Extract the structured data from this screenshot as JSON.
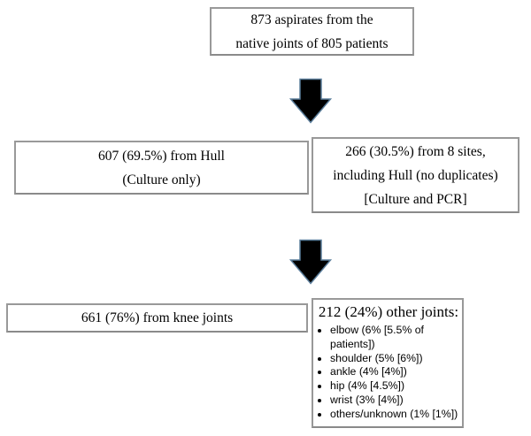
{
  "flowchart": {
    "top_box": {
      "line1": "873 aspirates from the",
      "line2": "native joints of 805 patients"
    },
    "mid_left_box": {
      "line1": "607 (69.5%) from Hull",
      "line2": "(Culture only)"
    },
    "mid_right_box": {
      "line1": "266 (30.5%) from 8 sites,",
      "line2": "including Hull (no duplicates)",
      "line3": "[Culture and PCR]"
    },
    "bottom_left_box": {
      "line1": "661 (76%) from knee joints"
    },
    "bottom_right_box": {
      "heading": "212 (24%) other joints:",
      "bullets": [
        "elbow (6% [5.5% of patients])",
        "shoulder (5% [6%])",
        "ankle (4% [4%])",
        "hip (4% [4.5%])",
        "wrist (3% [4%])",
        "others/unknown (1% [1%])"
      ]
    },
    "colors": {
      "box_border": "#999999",
      "arrow_fill": "#000000",
      "arrow_outline": "#5b7e9b",
      "text": "#000000",
      "background": "#ffffff"
    }
  }
}
